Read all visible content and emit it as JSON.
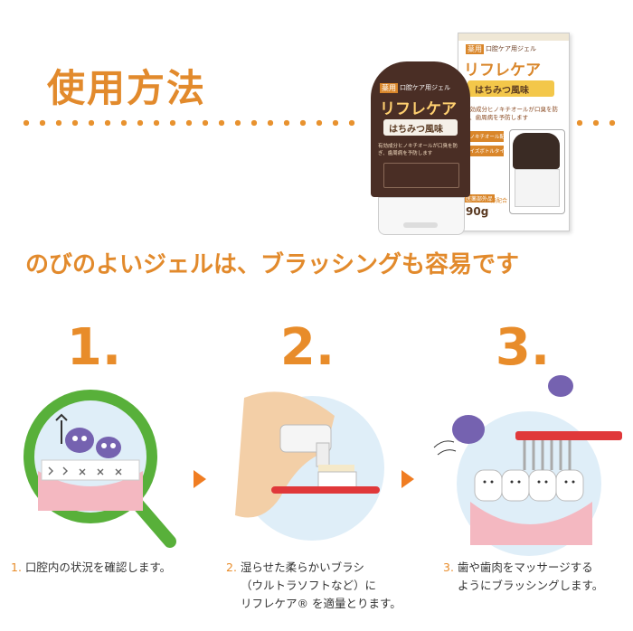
{
  "heading": "使用方法",
  "subheading": "のびのよいジェルは、ブラッシングも容易です",
  "product": {
    "tube_badge": "薬用",
    "tube_category": "口腔ケア用ジェル",
    "tube_name": "リフレケア",
    "tube_flavor": "はちみつ風味",
    "tube_desc": "有効成分ヒノキチオールが口臭を防ぎ、歯周病を予防します",
    "box_badge": "薬用",
    "box_category": "口腔ケア用ジェル",
    "box_name": "リフレケア",
    "box_flavor": "はちみつ風味",
    "box_desc": "有効成分ヒノキチオールが口臭を防ぎ、歯周病を予防します",
    "box_tag1": "ヒノキチオール配合",
    "box_tag2": "ワイズボトルタイプ",
    "box_weight": "90g",
    "box_quasi": "医薬部外品",
    "box_free": "無配合"
  },
  "steps": [
    {
      "number": "1.",
      "caption_num": "1.",
      "caption_lines": [
        "口腔内の状況を確認します。"
      ]
    },
    {
      "number": "2.",
      "caption_num": "2.",
      "caption_lines": [
        "湿らせた柔らかいブラシ",
        "（ウルトラソフトなど）に",
        "リフレケア® を適量とります。"
      ]
    },
    {
      "number": "3.",
      "caption_num": "3.",
      "caption_lines": [
        "歯や歯肉をマッサージする",
        "ようにブラッシングします。"
      ]
    }
  ],
  "colors": {
    "accent": "#e88c2a",
    "arrow": "#f07d22",
    "magnifier": "#58b03a",
    "brush_red": "#e0383a"
  }
}
